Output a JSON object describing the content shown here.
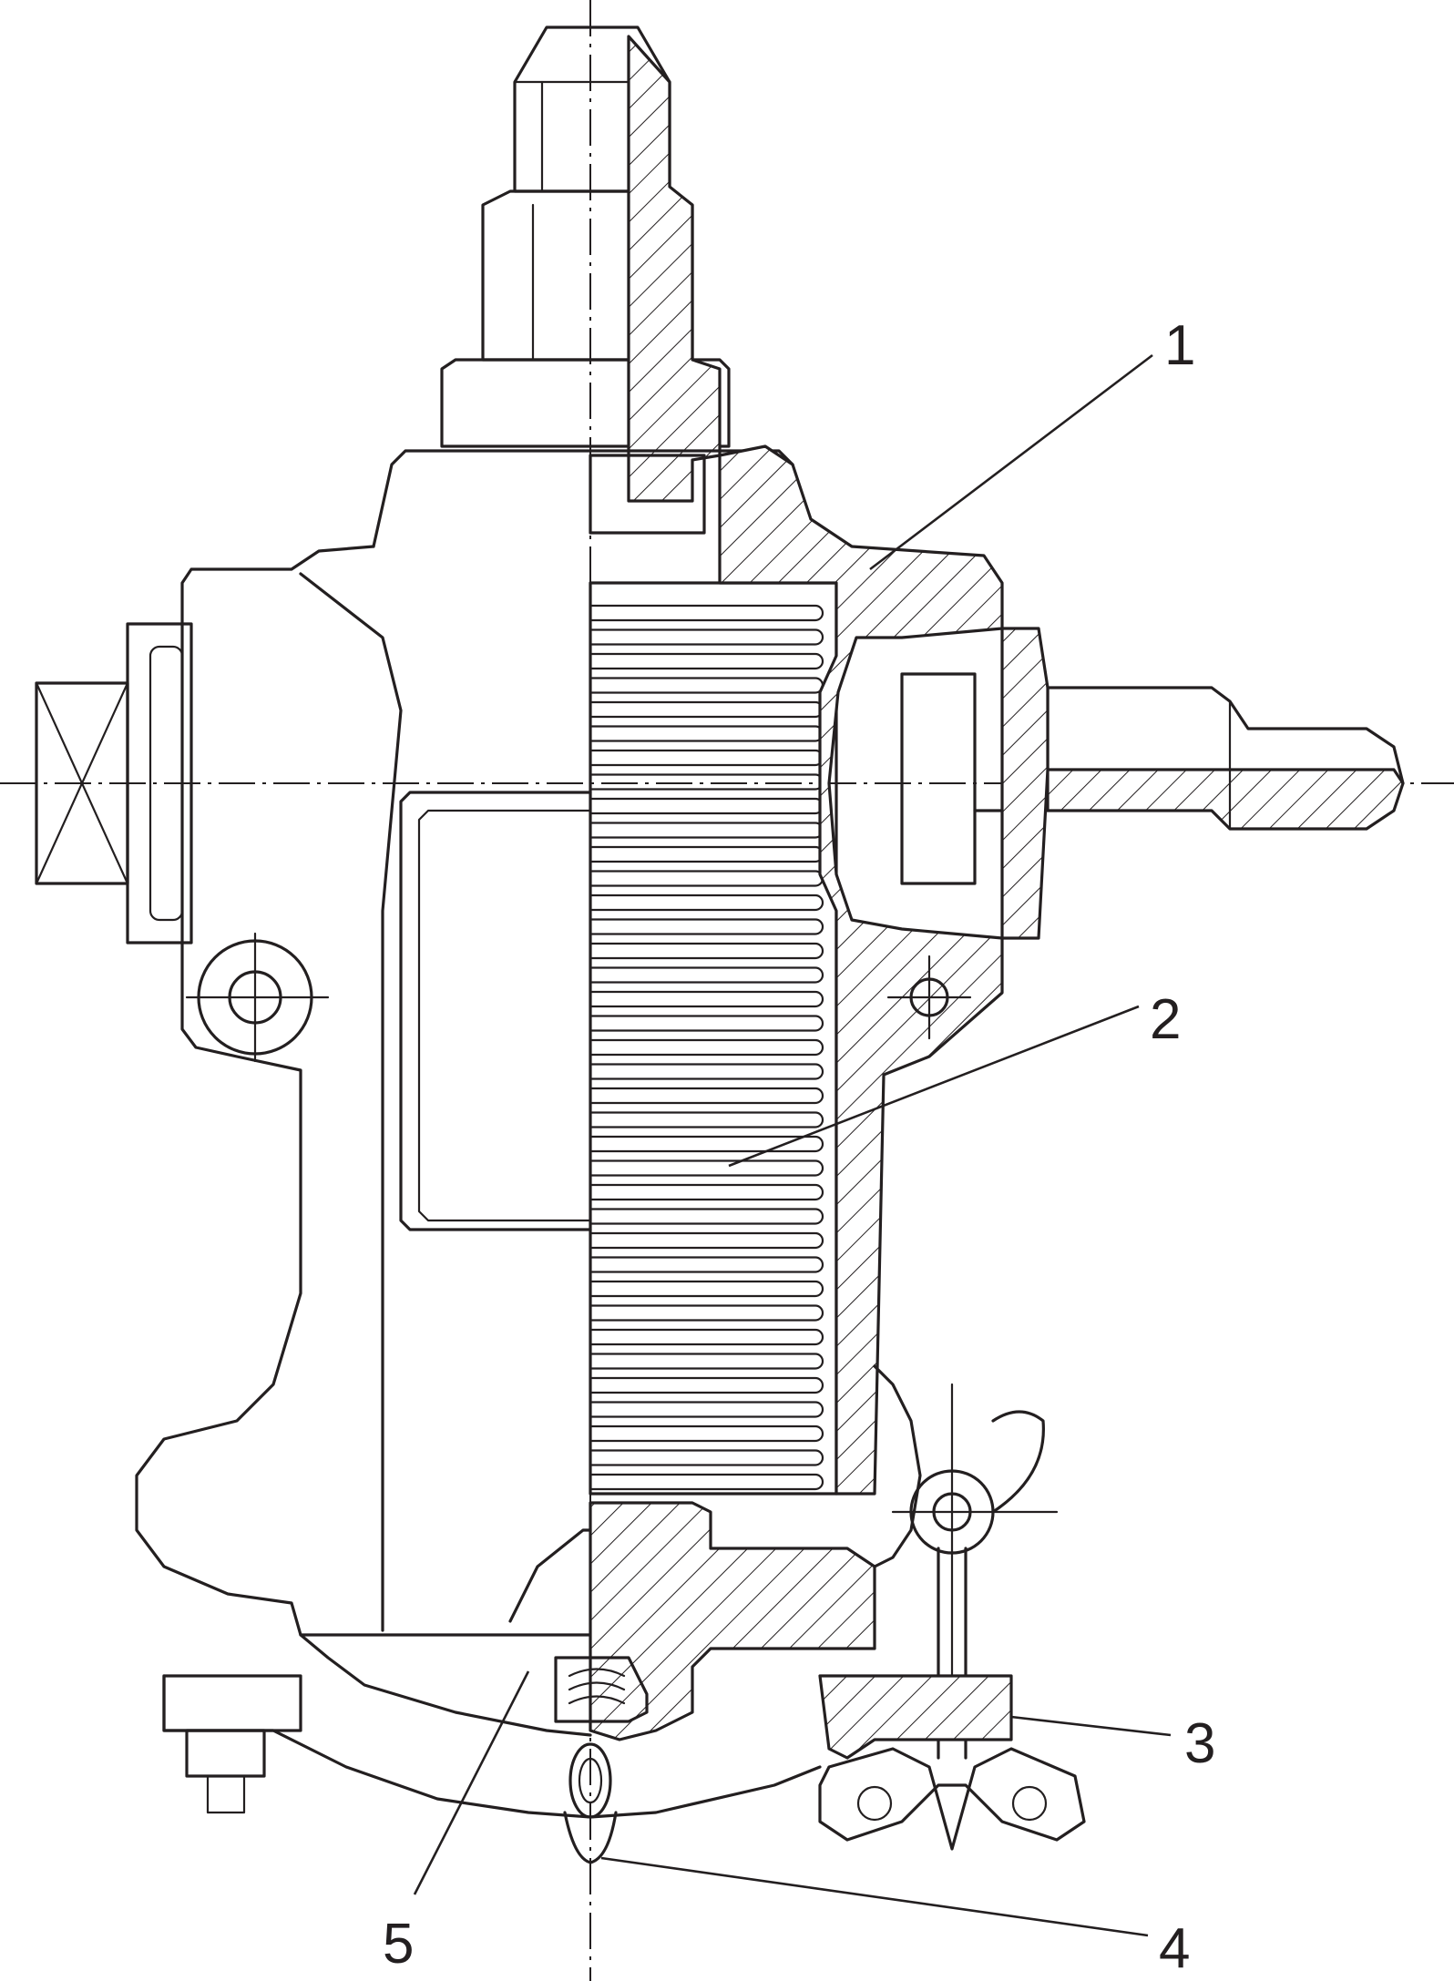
{
  "callouts": [
    {
      "id": "1",
      "label": "1"
    },
    {
      "id": "2",
      "label": "2"
    },
    {
      "id": "3",
      "label": "3"
    },
    {
      "id": "4",
      "label": "4"
    },
    {
      "id": "5",
      "label": "5"
    }
  ],
  "colors": {
    "line": "#231f20",
    "background": "#ffffff"
  }
}
